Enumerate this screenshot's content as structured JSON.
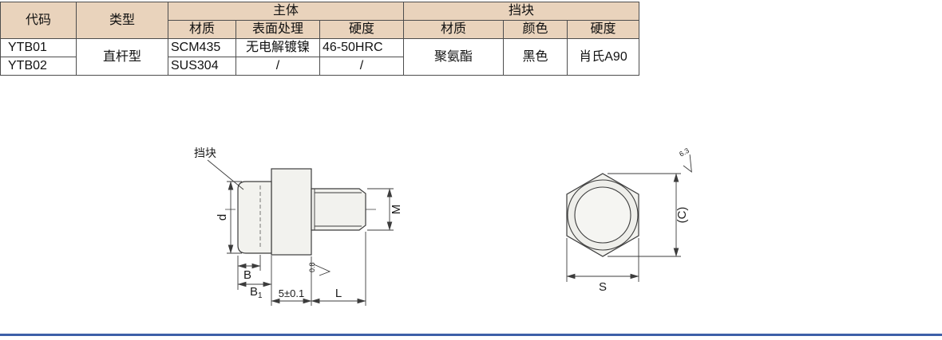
{
  "colors": {
    "header_bg": "#e9d3bc",
    "table_border": "#4d4d4d",
    "drawing_line": "#3c3c3c",
    "part_fill": "#f2f2ee",
    "bottom_rule_blue": "#3d5fa8"
  },
  "table": {
    "h_code": "代码",
    "h_type": "类型",
    "h_body": "主体",
    "h_stopper": "挡块",
    "h_material": "材质",
    "h_surface": "表面处理",
    "h_hardness": "硬度",
    "h_material2": "材质",
    "h_color": "颜色",
    "h_hardness2": "硬度",
    "r1_code": "YTB01",
    "r2_code": "YTB02",
    "type_value": "直杆型",
    "r1_material": "SCM435",
    "r2_material": "SUS304",
    "r1_surface": "无电解镀镍",
    "r2_surface": "/",
    "r1_hardness": "46-50HRC",
    "r2_hardness": "/",
    "stopper_material": "聚氨酯",
    "stopper_color": "黑色",
    "stopper_hardness": "肖氏A90"
  },
  "side_view": {
    "callout_stopper": "挡块",
    "dim_d": "d",
    "dim_M": "M",
    "dim_B": "B",
    "dim_B1_base": "B",
    "dim_B1_sub": "1",
    "dim_5": "5±0.1",
    "dim_L": "L",
    "roughness": "0.8"
  },
  "front_view": {
    "dim_C": "(C)",
    "dim_S": "S",
    "roughness": "6.3"
  }
}
